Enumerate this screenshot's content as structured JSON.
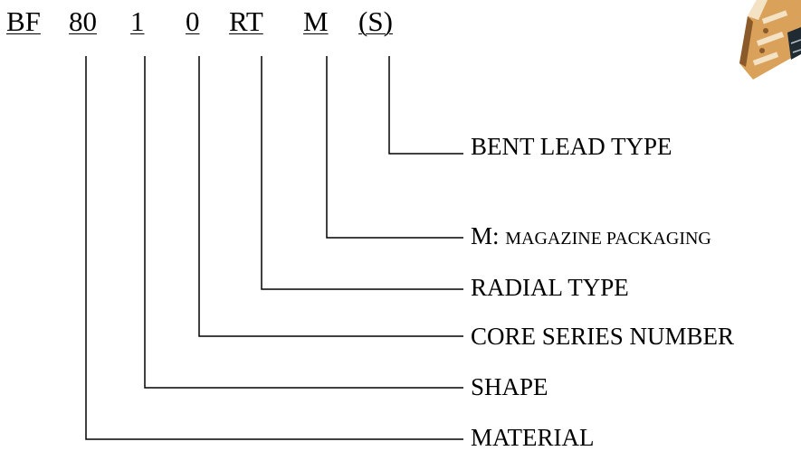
{
  "part_number": {
    "segments": [
      {
        "id": "material_code",
        "text": "BF"
      },
      {
        "id": "material_grade",
        "text": "80"
      },
      {
        "id": "shape_code",
        "text": "1"
      },
      {
        "id": "series_code",
        "text": "0"
      },
      {
        "id": "type_code",
        "text": "RT"
      },
      {
        "id": "packaging_code",
        "text": "M"
      },
      {
        "id": "lead_code",
        "text": "(S)"
      }
    ]
  },
  "legend": {
    "bent_lead": "BENT LEAD TYPE",
    "magazine_prefix": "M:",
    "magazine_rest": "MAGAZINE PACKAGING",
    "radial": "RADIAL  TYPE",
    "core_series": "CORE SERIES NUMBER",
    "shape": "SHAPE",
    "material": "MATERIAL"
  },
  "colors": {
    "ink": "#000000",
    "background": "#ffffff",
    "photo_body": "#d9a15a",
    "photo_highlight": "#f3e3c4",
    "photo_shadow": "#8a5a2a",
    "photo_dark": "#1f2a33"
  }
}
